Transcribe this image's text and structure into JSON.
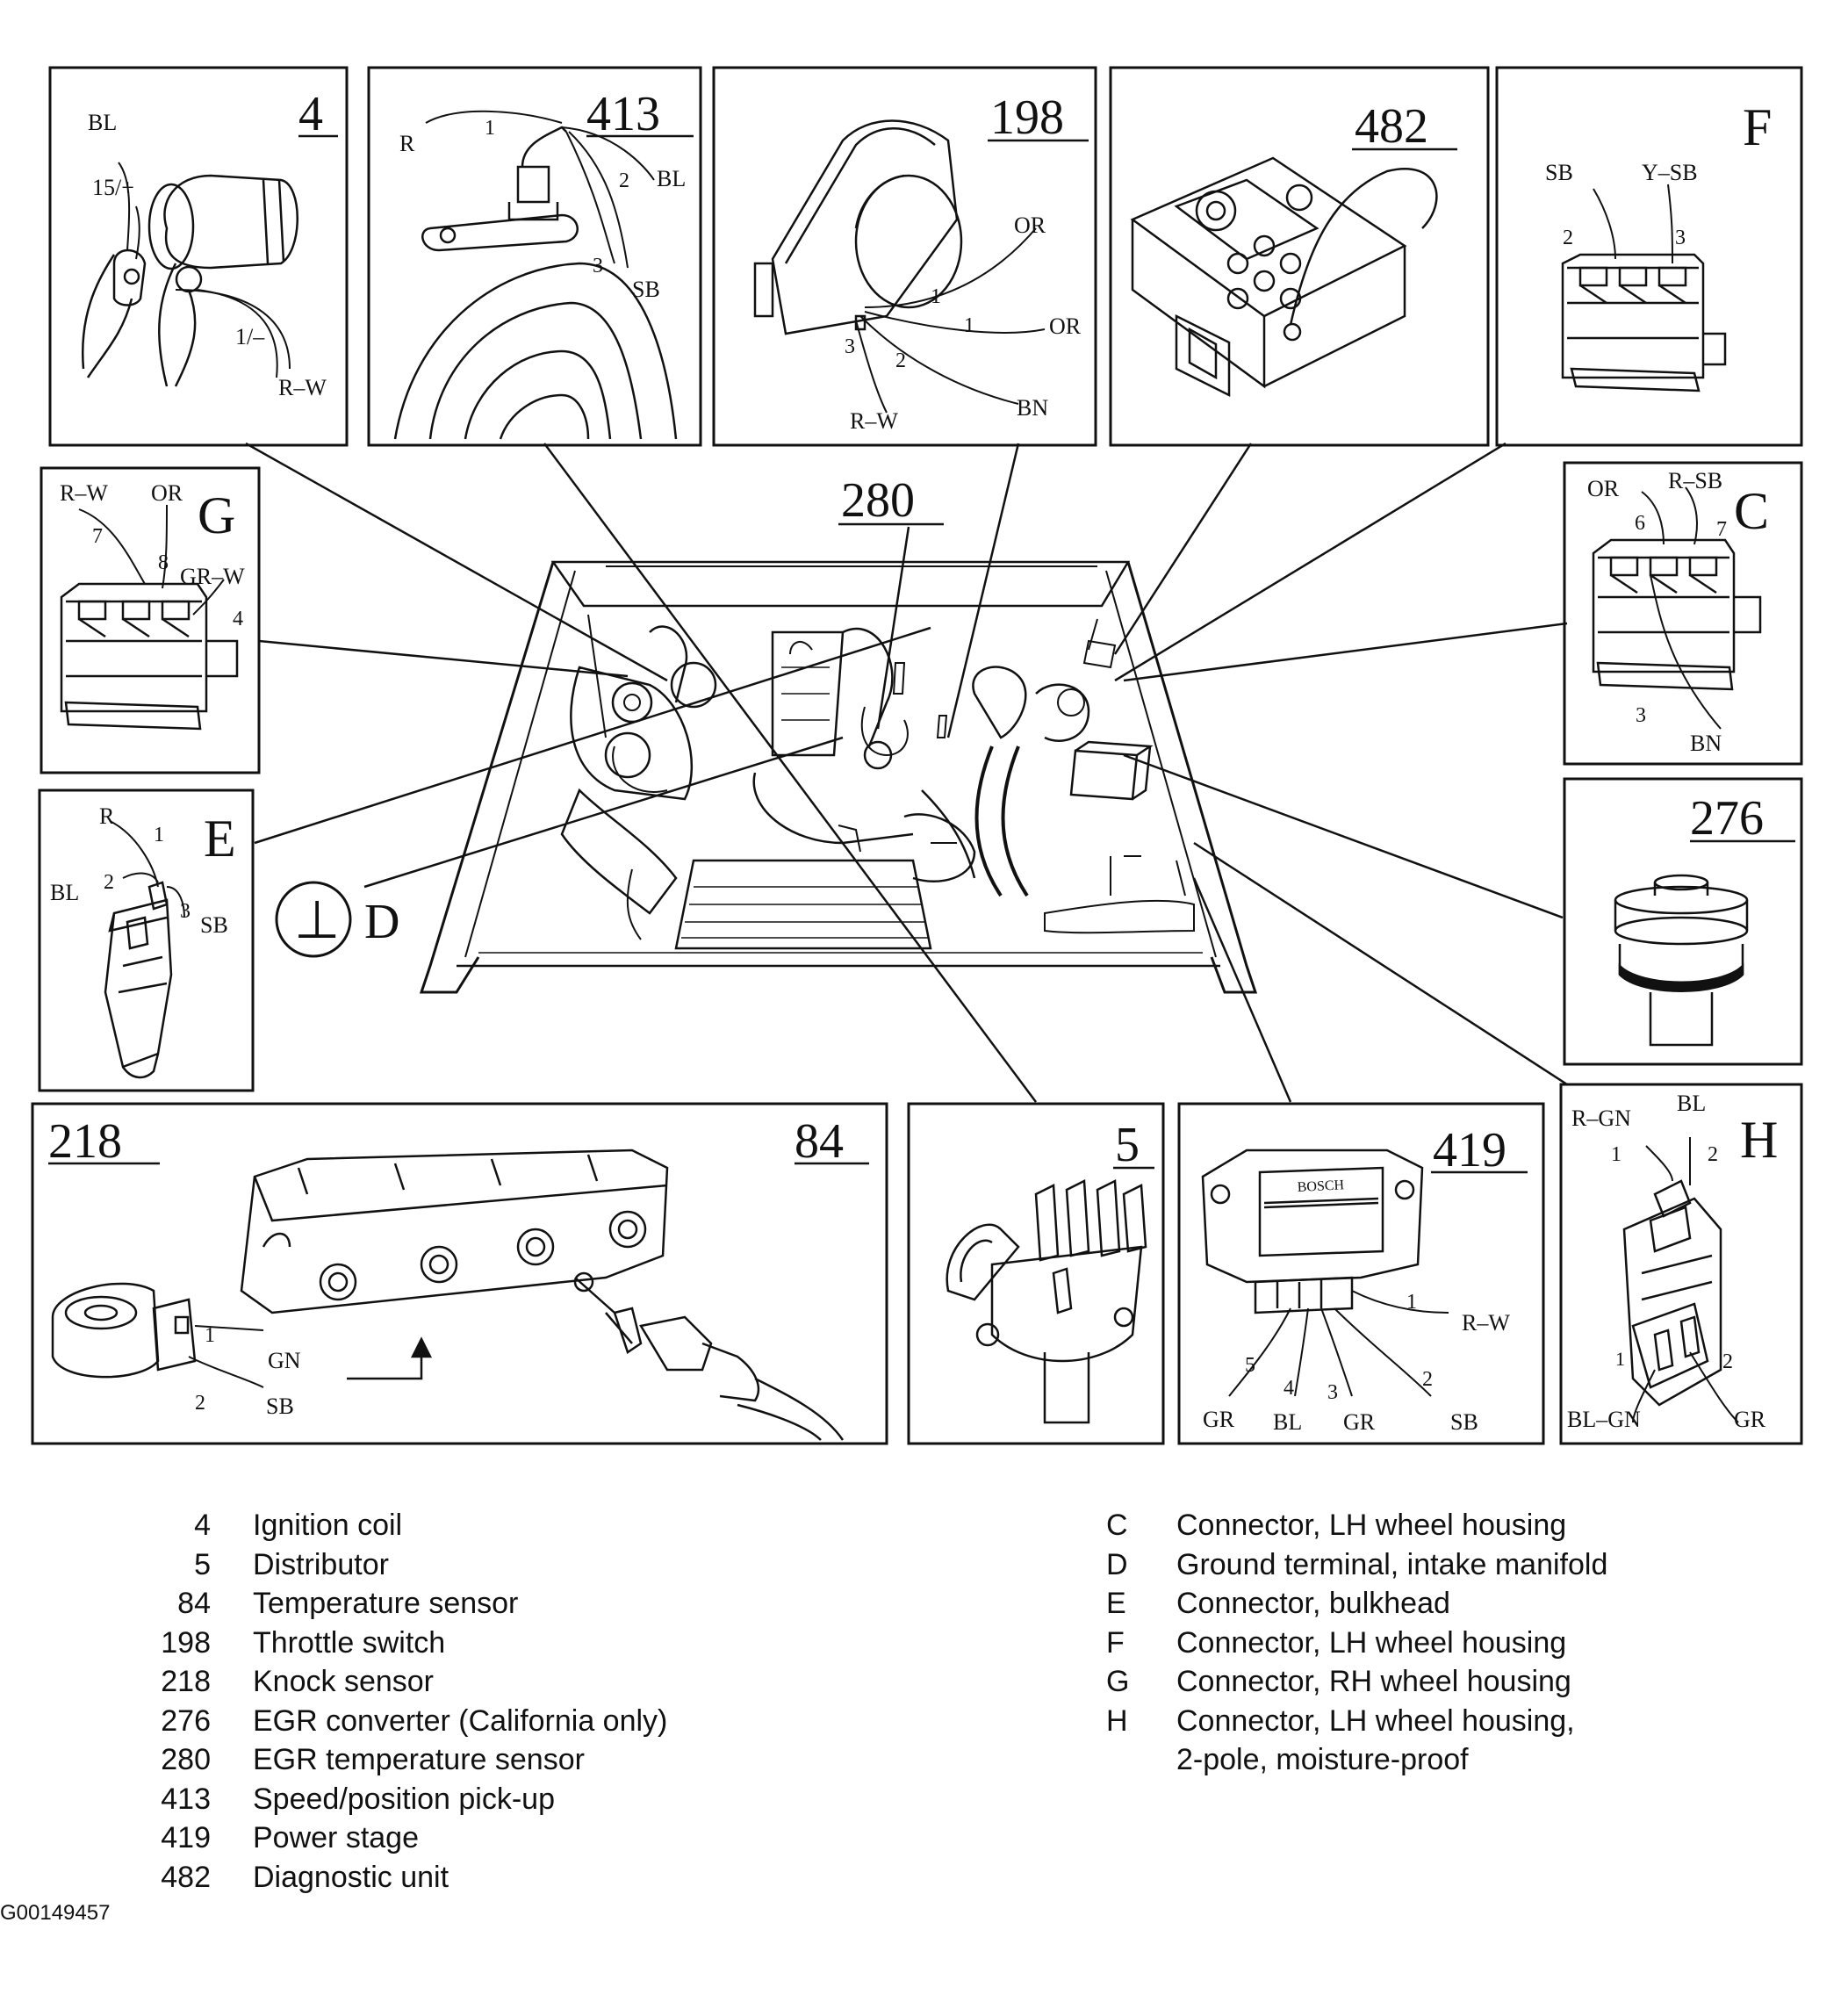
{
  "panels": {
    "p4": {
      "title": "4",
      "labels": [
        "BL",
        "15/+",
        "1/–",
        "R–W"
      ]
    },
    "p413": {
      "title": "413",
      "labels": [
        "R",
        "1",
        "2",
        "BL",
        "3",
        "SB"
      ]
    },
    "p198": {
      "title": "198",
      "labels": [
        "OR",
        "1",
        "1",
        "OR",
        "3",
        "2",
        "BN",
        "R–W"
      ]
    },
    "p482": {
      "title": "482"
    },
    "pF": {
      "title": "F",
      "labels": [
        "SB",
        "Y–SB",
        "2",
        "3"
      ]
    },
    "pG": {
      "title": "G",
      "labels": [
        "R–W",
        "OR",
        "7",
        "8",
        "GR–W",
        "4"
      ]
    },
    "pC": {
      "title": "C",
      "labels": [
        "OR",
        "R–SB",
        "6",
        "7",
        "3",
        "BN"
      ]
    },
    "pE": {
      "title": "E",
      "labels": [
        "R",
        "1",
        "BL",
        "2",
        "3",
        "SB"
      ]
    },
    "p276": {
      "title": "276"
    },
    "p218": {
      "title": "218",
      "title2": "84",
      "labels": [
        "1",
        "GN",
        "2",
        "SB"
      ]
    },
    "p5": {
      "title": "5"
    },
    "p419": {
      "title": "419",
      "brand": "BOSCH",
      "labels": [
        "1",
        "R–W",
        "5",
        "4",
        "3",
        "2",
        "GR",
        "BL",
        "GR",
        "SB"
      ]
    },
    "pH": {
      "title": "H",
      "labels": [
        "R–GN",
        "BL",
        "1",
        "2",
        "1",
        "2",
        "BL–GN",
        "GR"
      ]
    }
  },
  "center": {
    "label_280": "280",
    "ground_symbol": "⊥",
    "ground_label": "D"
  },
  "legend_left": [
    {
      "code": "4",
      "desc": "Ignition coil"
    },
    {
      "code": "5",
      "desc": "Distributor"
    },
    {
      "code": "84",
      "desc": "Temperature sensor"
    },
    {
      "code": "198",
      "desc": "Throttle switch"
    },
    {
      "code": "218",
      "desc": "Knock sensor"
    },
    {
      "code": "276",
      "desc": "EGR converter (California only)"
    },
    {
      "code": "280",
      "desc": "EGR temperature sensor"
    },
    {
      "code": "413",
      "desc": "Speed/position pick-up"
    },
    {
      "code": "419",
      "desc": "Power stage"
    },
    {
      "code": "482",
      "desc": "Diagnostic unit"
    }
  ],
  "legend_right": [
    {
      "code": "C",
      "desc": "Connector, LH wheel housing"
    },
    {
      "code": "D",
      "desc": "Ground terminal, intake manifold"
    },
    {
      "code": "E",
      "desc": "Connector, bulkhead"
    },
    {
      "code": "F",
      "desc": "Connector, LH wheel housing"
    },
    {
      "code": "G",
      "desc": "Connector, RH wheel housing"
    },
    {
      "code": "H",
      "desc": "Connector, LH wheel housing,"
    },
    {
      "code": "",
      "desc": "2-pole, moisture-proof"
    }
  ],
  "figure_id": "G00149457"
}
